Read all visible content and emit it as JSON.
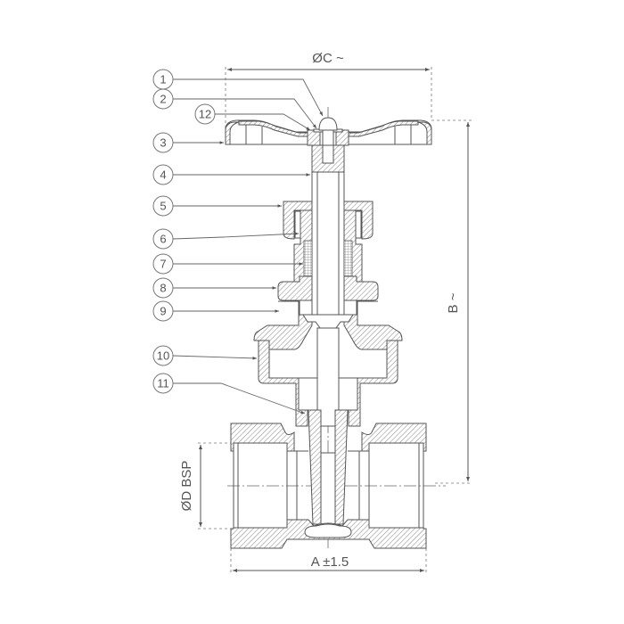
{
  "drawing": {
    "subject": "Gate valve sectional drawing",
    "line_color": "#555555",
    "background": "#ffffff"
  },
  "dimensions": {
    "C": "ØC ~",
    "B": "B ~",
    "D": "ØD BSP",
    "A": "A ±1.5"
  },
  "balloons": [
    {
      "label": "1"
    },
    {
      "label": "2"
    },
    {
      "label": "12"
    },
    {
      "label": "3"
    },
    {
      "label": "4"
    },
    {
      "label": "5"
    },
    {
      "label": "6"
    },
    {
      "label": "7"
    },
    {
      "label": "8"
    },
    {
      "label": "9"
    },
    {
      "label": "10"
    },
    {
      "label": "11"
    }
  ]
}
